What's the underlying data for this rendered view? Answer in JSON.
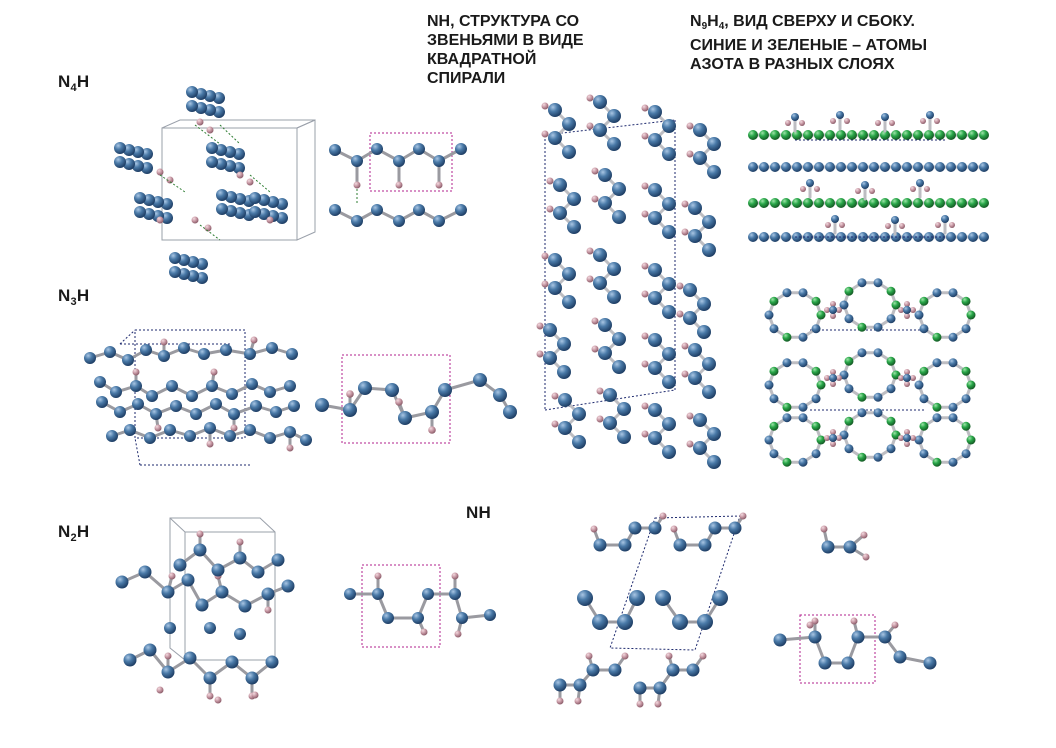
{
  "labels": {
    "n4h": {
      "main": "N",
      "sub1": "4",
      "tail": "H"
    },
    "n3h": {
      "main": "N",
      "sub1": "3",
      "tail": "H"
    },
    "n2h": {
      "main": "N",
      "sub1": "2",
      "tail": "H"
    },
    "nh_bottom": "NH"
  },
  "captions": {
    "nh_spiral": [
      "NH, СТРУКТУРА СО",
      "ЗВЕНЬЯМИ В ВИДЕ",
      "КВАДРАТНОЙ",
      "СПИРАЛИ"
    ],
    "n9h4": {
      "line1_a": "N",
      "line1_sub1": "9",
      "line1_b": "H",
      "line1_sub2": "4",
      "line1_c": ", ВИД СВЕРХУ И СБОКУ.",
      "line2": "СИНИЕ И ЗЕЛЕНЫЕ – АТОМЫ",
      "line3": "АЗОТА В РАЗНЫХ СЛОЯХ"
    }
  },
  "colors": {
    "nitrogen": "#4a7aa8",
    "hydrogen": "#c99aa6",
    "nitrogen_layer2": "#2aa84a",
    "cell_edge": "#1e2a6e",
    "highlight_box": "#b0208c"
  }
}
